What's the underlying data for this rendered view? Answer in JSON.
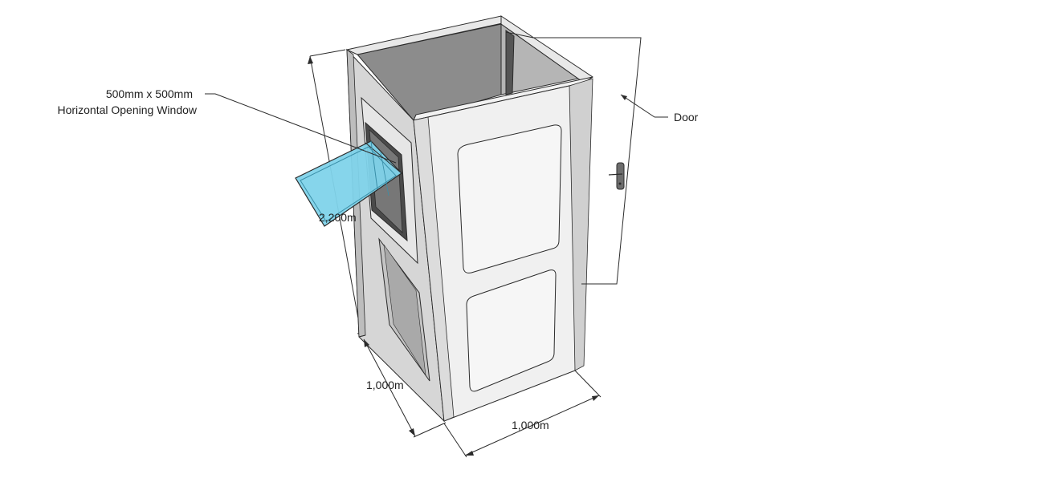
{
  "labels": {
    "window_size": "500mm x 500mm",
    "window_type": "Horizontal Opening Window",
    "door": "Door",
    "height": "2,200m",
    "depth": "1,000m",
    "width": "1,000m"
  },
  "colors": {
    "background": "#ffffff",
    "outline": "#2b2b2b",
    "panel_light": "#f2f2f2",
    "panel_mid": "#d9d9d9",
    "panel_dark": "#a9a9a9",
    "interior": "#9d9d9d",
    "glass": "#7fd3ea",
    "glass_edge": "#3a8fa8"
  }
}
